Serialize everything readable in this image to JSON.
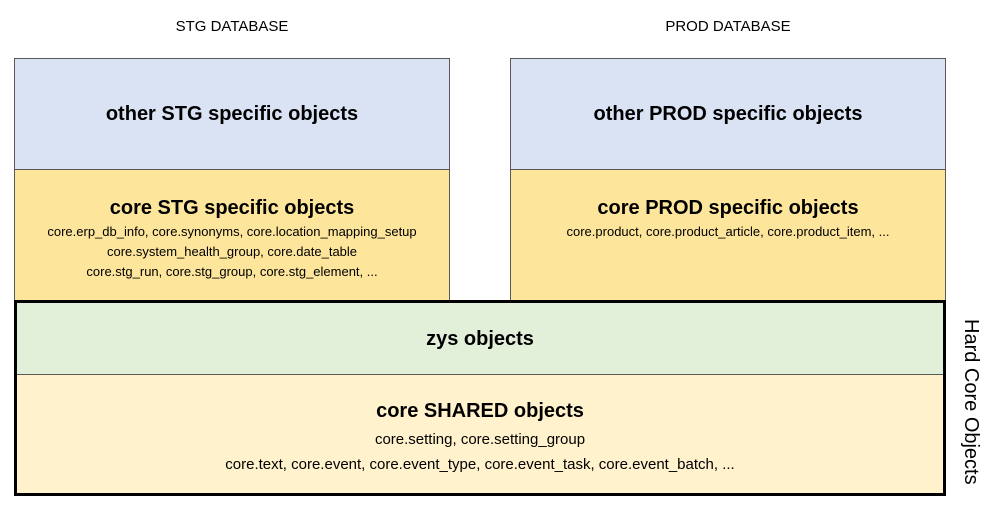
{
  "stg": {
    "db_title": "STG DATABASE",
    "other_label": "other STG specific objects",
    "core_label": "core STG specific objects",
    "core_items": [
      "core.erp_db_info, core.synonyms, core.location_mapping_setup",
      "core.system_health_group, core.date_table",
      "core.stg_run, core.stg_group, core.stg_element, ..."
    ]
  },
  "prod": {
    "db_title": "PROD DATABASE",
    "other_label": "other PROD specific objects",
    "core_label": "core PROD specific objects",
    "core_items": [
      "core.product, core.product_article, core.product_item, ..."
    ]
  },
  "shared": {
    "zys_label": "zys objects",
    "core_label": "core SHARED objects",
    "core_items": [
      "core.setting, core.setting_group",
      "core.text, core.event, core.event_type, core.event_task, core.event_batch, ..."
    ]
  },
  "hard_core_label": "Hard Core Objects",
  "colors": {
    "other_fill": "#dae3f3",
    "core_fill": "#fde69b",
    "zys_fill": "#e2efd9",
    "shared_fill": "#fff2cc",
    "border": "#595959",
    "hard_core_border": "#000000"
  }
}
